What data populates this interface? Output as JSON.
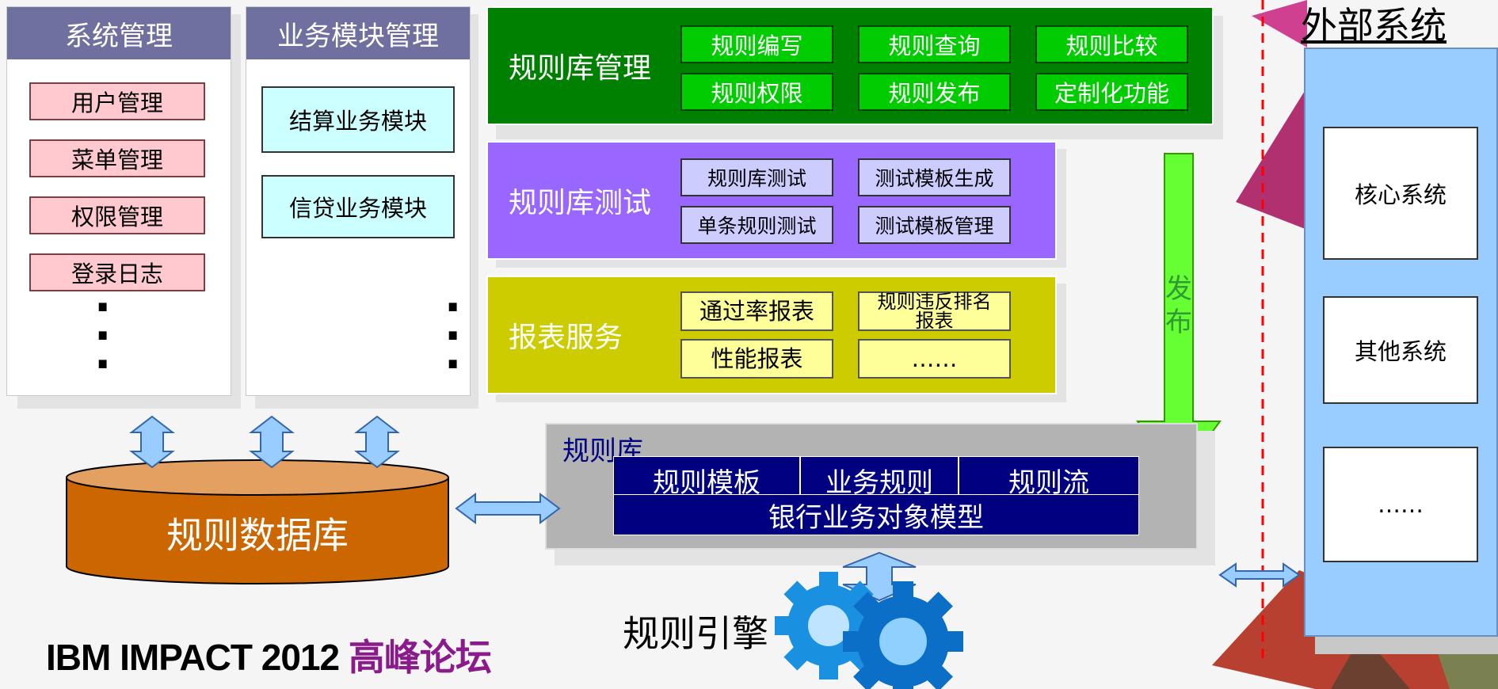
{
  "colors": {
    "header_blue": "#6f6fa0",
    "rule_mgmt_green": "#008000",
    "rule_test_purple": "#9966ff",
    "report_yellow": "#cccc00",
    "rule_lib_gray": "#b3b3b3",
    "navy": "#000080",
    "db_orange": "#cc6600",
    "publish_arrow": "#66ff33",
    "external_blue": "#99ccff",
    "divider_red": "#ff0000"
  },
  "system_mgmt": {
    "title": "系统管理",
    "items": [
      "用户管理",
      "菜单管理",
      "权限管理",
      "登录日志"
    ]
  },
  "business_modules": {
    "title": "业务模块管理",
    "items": [
      "结算业务模块",
      "信贷业务模块"
    ]
  },
  "rule_lib_mgmt": {
    "title": "规则库管理",
    "buttons": [
      "规则编写",
      "规则查询",
      "规则比较",
      "规则权限",
      "规则发布",
      "定制化功能"
    ]
  },
  "rule_lib_test": {
    "title": "规则库测试",
    "buttons": [
      "规则库测试",
      "测试模板生成",
      "单条规则测试",
      "测试模板管理"
    ]
  },
  "report_service": {
    "title": "报表服务",
    "buttons": [
      "通过率报表",
      "规则违反排名报表",
      "性能报表",
      "……"
    ]
  },
  "publish_label": "发布",
  "rule_lib": {
    "title": "规则库",
    "cells": [
      "规则模板",
      "业务规则",
      "规则流"
    ],
    "model": "银行业务对象模型"
  },
  "database": {
    "label": "规则数据库"
  },
  "engine": {
    "label": "规则引擎"
  },
  "external": {
    "title": "外部系统",
    "items": [
      "核心系统",
      "其他系统",
      "……"
    ]
  },
  "footer": {
    "brand": "IBM IMPACT 2012",
    "suffix": "高峰论坛"
  }
}
